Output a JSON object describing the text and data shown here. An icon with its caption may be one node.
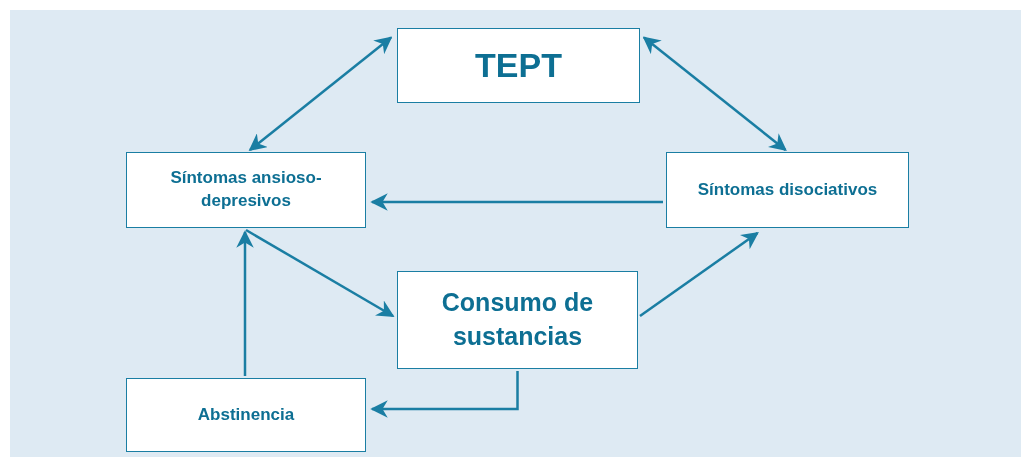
{
  "diagram": {
    "nodes": [
      {
        "text": [
          "TEPT"
        ]
      },
      {
        "text": [
          "Síntomas ansioso-depresivos"
        ]
      },
      {
        "text": [
          "Síntomas disociativos"
        ]
      },
      {
        "text": [
          "Consumo de sustancias"
        ]
      },
      {
        "text": [
          "Abstinencia"
        ]
      }
    ],
    "edges": [
      {
        "from": 0,
        "to": 1,
        "arrow": "both"
      },
      {
        "from": 0,
        "to": 2,
        "arrow": "both"
      },
      {
        "from": 2,
        "to": 1,
        "arrow": "to"
      },
      {
        "from": 1,
        "to": 3,
        "arrow": "to"
      },
      {
        "from": 3,
        "to": 2,
        "arrow": "to"
      },
      {
        "from": 3,
        "to": 4,
        "arrow": "to"
      },
      {
        "from": 4,
        "to": 1,
        "arrow": "to"
      }
    ]
  }
}
